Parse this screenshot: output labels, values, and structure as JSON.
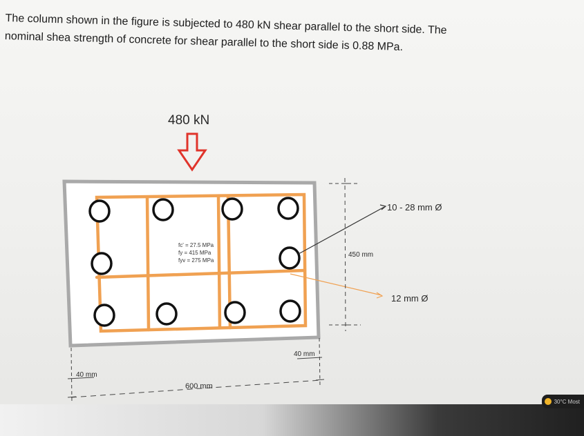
{
  "question": {
    "line1": "The column shown in the figure is subjected to 480 kN shear parallel to the short side. The",
    "line2": "nominal shea strength of concrete for shear parallel to the short side is 0.88 MPa."
  },
  "figure": {
    "load_label": "480 kN",
    "properties": [
      "fc' = 27.5 MPa",
      "fy = 415 MPa",
      "fyv = 275 MPa"
    ],
    "main_bars_label": "10 - 28 mm Ø",
    "ties_label": "12 mm Ø",
    "height_label": "450 mm",
    "width_label": "600 mm",
    "cover_left_label": "40 mm",
    "cover_right_label": "40 mm"
  },
  "taskbar": {
    "weather": "30°C Most"
  },
  "colors": {
    "tie": "#f0a152",
    "column_border": "#a9a9a9",
    "load_arrow": "#e0342b",
    "bar": "#111111"
  }
}
